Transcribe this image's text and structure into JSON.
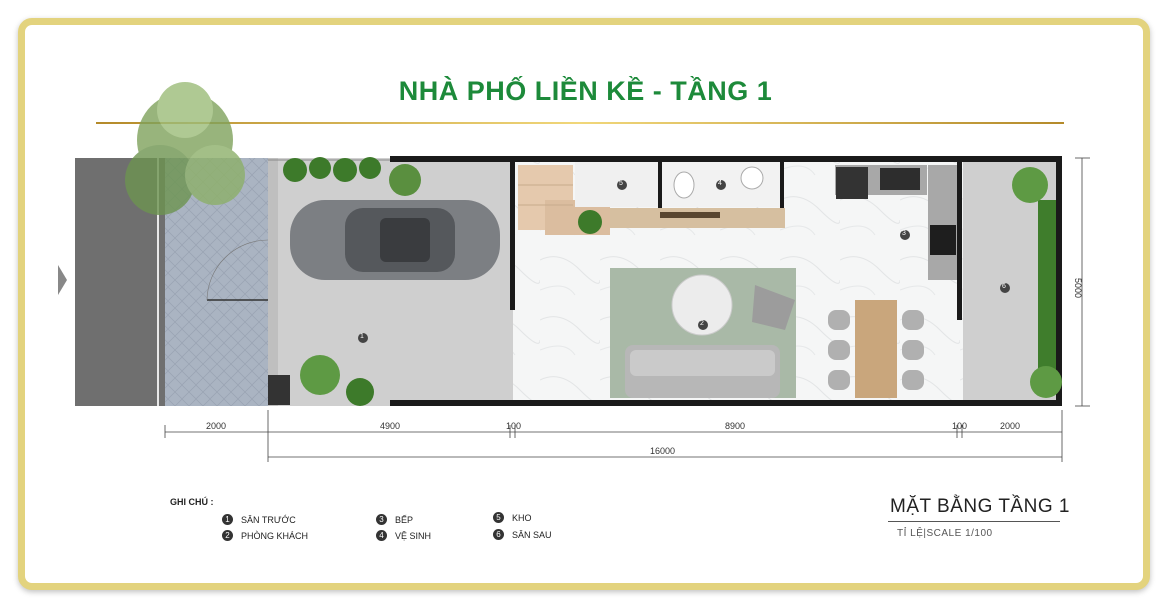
{
  "title": "NHÀ PHỐ LIỀN KỀ - TẦNG 1",
  "plan_title": "MẶT BẰNG TẦNG 1",
  "scale": "TỈ LỆ|SCALE  1/100",
  "legend": {
    "heading": "GHI CHÚ :",
    "items": [
      {
        "num": "1",
        "label": "SÂN TRƯỚC"
      },
      {
        "num": "2",
        "label": "PHÒNG KHÁCH"
      },
      {
        "num": "3",
        "label": "BẾP"
      },
      {
        "num": "4",
        "label": "VỆ SINH"
      },
      {
        "num": "5",
        "label": "KHO"
      },
      {
        "num": "6",
        "label": "SÂN SAU"
      }
    ]
  },
  "room_markers": [
    "1",
    "2",
    "3",
    "4",
    "5",
    "6"
  ],
  "dimensions": {
    "sidewalk": "2000",
    "front_yard": "4900",
    "wall_a": "100",
    "interior": "8900",
    "wall_b": "100",
    "back_yard": "2000",
    "total": "16000",
    "width": "5000"
  },
  "colors": {
    "title_green": "#1d8a3a",
    "frame_gold": "#e3d37e",
    "wall": "#1a1a1a"
  }
}
